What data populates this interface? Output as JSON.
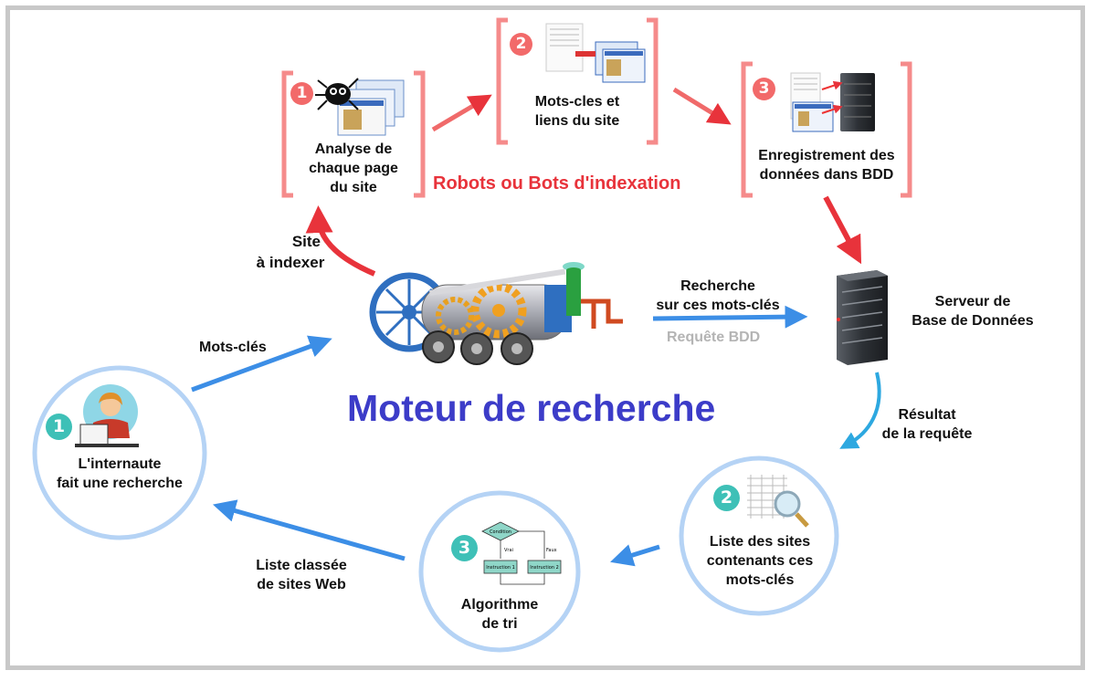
{
  "robots_title": "Robots ou Bots d'indexation",
  "engine_title": "Moteur de recherche",
  "bot_steps": [
    {
      "num": "1",
      "text": [
        "Analyse de",
        "chaque page",
        "du site"
      ]
    },
    {
      "num": "2",
      "text": [
        "Mots-cles et",
        "liens du site"
      ]
    },
    {
      "num": "3",
      "text": [
        "Enregistrement des",
        "données dans BDD"
      ]
    }
  ],
  "user_steps": [
    {
      "num": "1",
      "text": [
        "L'internaute",
        "fait une recherche"
      ]
    },
    {
      "num": "2",
      "text": [
        "Liste des sites",
        "contenants ces",
        "mots-clés"
      ]
    },
    {
      "num": "3",
      "text": [
        "Algorithme",
        "de tri"
      ]
    }
  ],
  "labels": {
    "site_index": [
      "Site",
      "à indexer"
    ],
    "recherche": [
      "Recherche",
      "sur ces mots-clés"
    ],
    "requete": "Requête BDD",
    "serveur": [
      "Serveur de",
      "Base de Données"
    ],
    "resultat": [
      "Résultat",
      "de la requête"
    ],
    "mots_cles": "Mots-clés",
    "liste_classee": [
      "Liste classée",
      "de sites Web"
    ]
  },
  "flowchart": {
    "decision": "Condition",
    "yes": "Vrai",
    "no": "Faux",
    "action1": "Instruction 1",
    "action2": "Instruction 2"
  },
  "colors": {
    "red": "#e8333b",
    "blue": "#3c8ee6",
    "ring": "#b5d3f5",
    "badge_red": "#f26a6a",
    "badge_teal": "#3ec0b7"
  }
}
